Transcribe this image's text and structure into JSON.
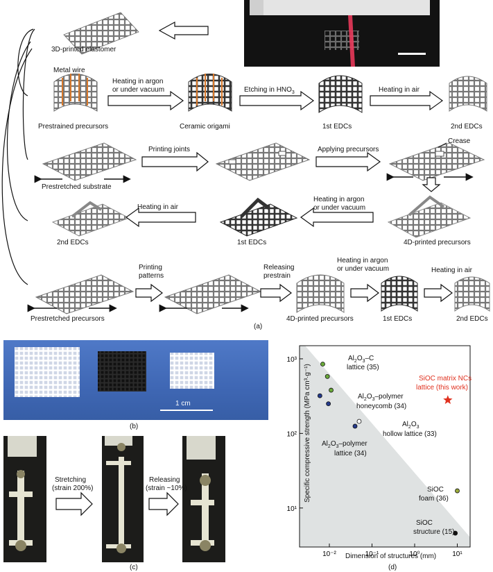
{
  "panel_a": {
    "caption": "(a)",
    "top_label": "3D-printed elastomer",
    "row1": {
      "metal_wire": "Metal wire",
      "prestrained": "Prestrained precursors",
      "arrow1_line1": "Heating in argon",
      "arrow1_line2": "or under vacuum",
      "ceramic_origami": "Ceramic origami",
      "arrow2_text": "Etching in HNO",
      "arrow2_sub": "3",
      "first_edcs": "1st EDCs",
      "arrow3_text": "Heating in air",
      "second_edcs": "2nd EDCs"
    },
    "row2": {
      "printing_joints": "Printing joints",
      "applying_precursors": "Applying precursors",
      "crease": "Crease",
      "prestretched_substrate": "Prestretched substrate"
    },
    "row3": {
      "heating_air": "Heating in air",
      "heating_argon_1": "Heating in argon",
      "heating_argon_2": "or under vacuum",
      "second_edcs": "2nd EDCs",
      "first_edcs": "1st EDCs",
      "four_d": "4D-printed precursors"
    },
    "row4": {
      "printing_1": "Printing",
      "printing_2": "patterns",
      "releasing_1": "Releasing",
      "releasing_2": "prestrain",
      "heating_argon_1": "Heating in argon",
      "heating_argon_2": "or under vacuum",
      "heating_air": "Heating in air",
      "prestretched_precursors": "Prestretched precursors",
      "four_d": "4D-printed precursors",
      "first_edcs": "1st EDCs",
      "second_edcs": "2nd EDCs"
    }
  },
  "panel_b": {
    "caption": "(b)",
    "scale": "1 cm"
  },
  "panel_c": {
    "caption": "(c)",
    "stretch_1": "Stretching",
    "stretch_2": "(strain 200%)",
    "release_1": "Releasing",
    "release_2": "(strain ~10%)"
  },
  "chart_data": {
    "type": "scatter",
    "caption": "(d)",
    "xlabel": "Dimension of structures (mm)",
    "ylabel": "Specific compressive strength (MPa cm³·g⁻¹)",
    "xscale": "log",
    "yscale": "log",
    "xlim": [
      0.002,
      20
    ],
    "ylim": [
      3,
      1500
    ],
    "x_ticks": [
      "10⁻²",
      "10⁻¹",
      "10⁰",
      "10¹"
    ],
    "y_ticks": [
      "10¹",
      "10²",
      "10³"
    ],
    "series": [
      {
        "name": "Al2O3–C lattice (35)",
        "color": "#6aaa3a",
        "points": [
          [
            0.007,
            850
          ],
          [
            0.009,
            580
          ],
          [
            0.011,
            380
          ]
        ]
      },
      {
        "name": "Al2O3–polymer honeycomb (34)",
        "color": "#243a8c",
        "points": [
          [
            0.006,
            320
          ],
          [
            0.0095,
            250
          ]
        ]
      },
      {
        "name": "Al2O3 hollow lattice (33)",
        "color": "#ffffff",
        "points": [
          [
            0.05,
            145
          ]
        ]
      },
      {
        "name": "Al2O3–polymer lattice (34)",
        "color": "#243a8c",
        "points": [
          [
            0.04,
            125
          ]
        ]
      },
      {
        "name": "SiOC foam (36)",
        "color": "#9aab3a",
        "points": [
          [
            10,
            17
          ]
        ]
      },
      {
        "name": "SiOC structure (15)",
        "color": "#111111",
        "points": [
          [
            9,
            4.6
          ]
        ]
      },
      {
        "name": "SiOC matrix NCs lattice (this work)",
        "color": "#e0301e",
        "points": [
          [
            6,
            280
          ]
        ],
        "marker": "star"
      }
    ],
    "labels": {
      "al2o3c_1": "Al",
      "al2o3c_sub1": "2",
      "al2o3c_2": "O",
      "al2o3c_sub2": "3",
      "al2o3c_3": "–C",
      "al2o3c_line2": "lattice (35)",
      "honey_line1": "–polymer",
      "honey_line2": "honeycomb (34)",
      "hollow_line2": "hollow lattice (33)",
      "lattice_line1": "–polymer",
      "lattice_line2": "lattice (34)",
      "foam_line1": "SiOC",
      "foam_line2": "foam (36)",
      "struct_line1": "SiOC",
      "struct_line2": "structure (15)",
      "this_work_1": "SiOC matrix NCs",
      "this_work_2": "lattice (this work)"
    }
  }
}
